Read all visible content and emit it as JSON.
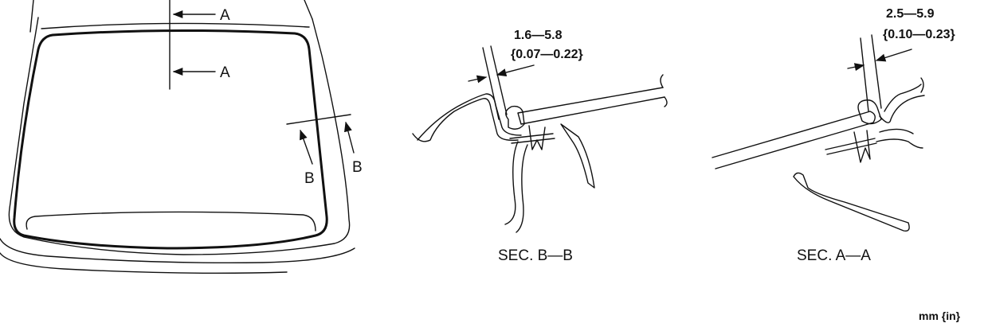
{
  "section_a_marker": "A",
  "section_b_marker": "B",
  "sec_bb": {
    "title": "SEC. B—B",
    "dim_mm": "1.6—5.8",
    "dim_in": "{0.07—0.22}"
  },
  "sec_aa": {
    "title": "SEC. A—A",
    "dim_mm": "2.5—5.9",
    "dim_in": "{0.10—0.23}"
  },
  "units": "mm {in}"
}
